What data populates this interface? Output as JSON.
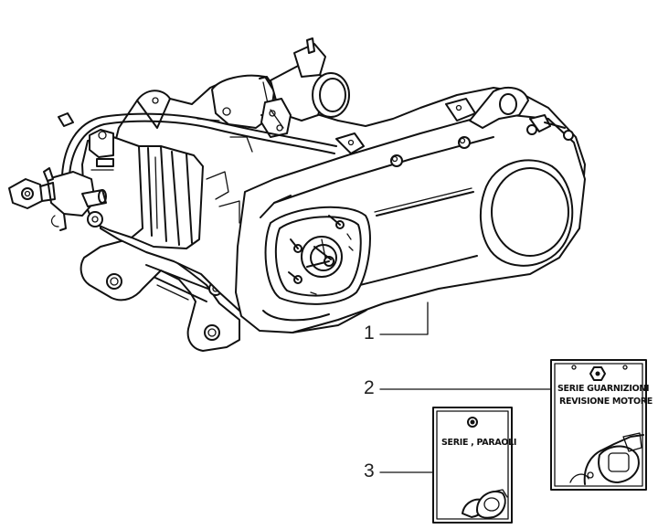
{
  "diagram": {
    "type": "exploded-parts-illustration",
    "subject": "Scooter engine assembly",
    "line_color": "#111111",
    "background": "#ffffff"
  },
  "callouts": [
    {
      "number": "1",
      "part": "engine-assembly"
    },
    {
      "number": "2",
      "part": "gasket-kit-package",
      "label_lines": [
        "SERIE GUARNIZIONI",
        "REVISIONE MOTORE"
      ]
    },
    {
      "number": "3",
      "part": "oil-seal-kit-package",
      "label_lines": [
        "SERIE , PARAOLI"
      ]
    }
  ]
}
